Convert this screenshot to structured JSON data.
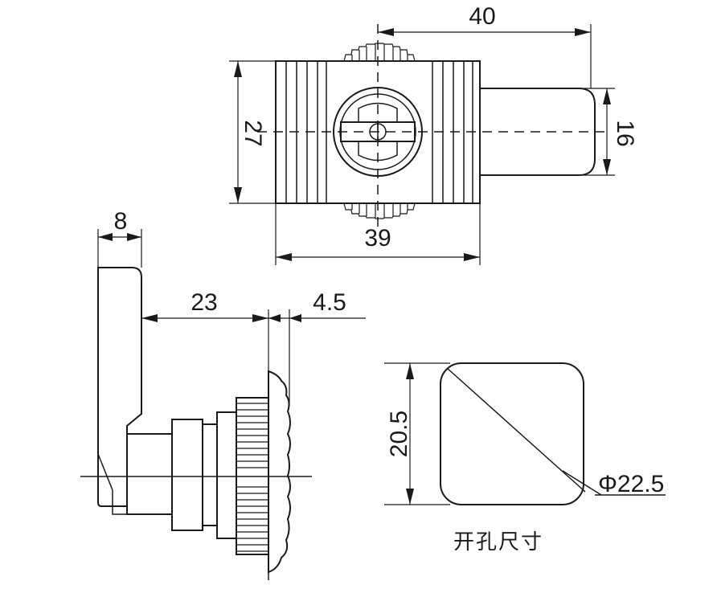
{
  "dimensions": {
    "top_width_40": "40",
    "top_height_27": "27",
    "top_width_39": "39",
    "top_height_16": "16",
    "side_width_8": "8",
    "side_length_23": "23",
    "side_thickness_4_5": "4.5",
    "cutout_height_20_5": "20.5",
    "cutout_diameter": "Φ22.5"
  },
  "cutout_caption": "开孔尺寸"
}
